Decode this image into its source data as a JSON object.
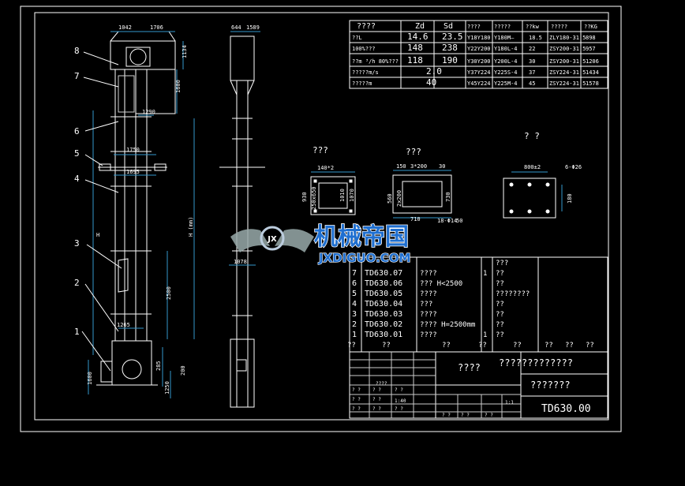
{
  "drawing": {
    "part_numbers": [
      "8",
      "7",
      "6",
      "5",
      "4",
      "3",
      "2",
      "1"
    ],
    "front_dims": [
      "1042",
      "1706",
      "1134",
      "1600",
      "1290",
      "1750",
      "1695",
      "1265",
      "2500",
      "H",
      "1600",
      "285",
      "200",
      "1250"
    ],
    "side_dims": [
      "644",
      "1589",
      "1078",
      "H (mm)"
    ],
    "view_titles": [
      "???",
      "???",
      "? ?"
    ],
    "view_a_dims": [
      "140*2",
      "930",
      "250x650",
      "1010",
      "1070"
    ],
    "view_b_dims": [
      "150",
      "3*200",
      "30",
      "560",
      "2x200",
      "730",
      "710",
      "18-Φ14",
      "50"
    ],
    "view_c_dims": [
      "800±2",
      "6-Φ26",
      "180"
    ]
  },
  "spec_table": {
    "headers": [
      "????",
      "Zd",
      "Sd",
      "????",
      "?????",
      "??kw",
      "?????",
      "??KG"
    ],
    "row_labels": [
      "??L",
      "100%???",
      "??m ³/h 80%???",
      "?????m/s",
      "?????m"
    ],
    "rows": [
      [
        "14.6",
        "23.5",
        "Y18Y180",
        "Y180M—",
        "18.5",
        "ZLY180-31.5",
        "898"
      ],
      [
        "148",
        "238",
        "Y22Y200",
        "Y180L-4",
        "22",
        "ZSY200-31.5",
        "957"
      ],
      [
        "118",
        "190",
        "Y30Y200",
        "Y200L-4",
        "30",
        "ZSY200-31.5",
        "1206"
      ],
      [
        "2.0",
        "",
        "Y37Y224",
        "Y225S-4",
        "37",
        "ZSY224-31.5",
        "1434"
      ],
      [
        "40",
        "",
        "Y45Y224",
        "Y225M-4",
        "45",
        "ZSY224-31.5",
        "1578"
      ]
    ]
  },
  "parts_list": [
    {
      "no": "",
      "code": "",
      "name": "",
      "qty": "",
      "mat": "???"
    },
    {
      "no": "7",
      "code": "TD630.07",
      "name": "????",
      "qty": "1",
      "mat": "??"
    },
    {
      "no": "6",
      "code": "TD630.06",
      "name": "??? H<2500",
      "qty": "",
      "mat": "??"
    },
    {
      "no": "5",
      "code": "TD630.05",
      "name": "????",
      "qty": "",
      "mat": "????????"
    },
    {
      "no": "4",
      "code": "TD630.04",
      "name": "???",
      "qty": "",
      "mat": "??"
    },
    {
      "no": "3",
      "code": "TD630.03",
      "name": "????",
      "qty": "",
      "mat": "??"
    },
    {
      "no": "2",
      "code": "TD630.02",
      "name": "???? H=2500mm",
      "qty": "",
      "mat": "??"
    },
    {
      "no": "1",
      "code": "TD630.01",
      "name": "????",
      "qty": "1",
      "mat": "??"
    }
  ],
  "parts_header": [
    "??",
    "??",
    "??",
    "??",
    "??",
    "??",
    "??",
    "??"
  ],
  "title_block": {
    "company": "????",
    "title": "?????????????",
    "subtitle": "???????",
    "drawing_no": "TD630.00",
    "small_cells": [
      "? ?",
      "? ?",
      "????",
      "? ?",
      "? ?",
      "? ?",
      "? ?",
      "? ?",
      "? ?",
      "1:40",
      "? ?",
      "? ?",
      "? ?",
      "1:1"
    ]
  },
  "watermark": {
    "cn": "机械帝国",
    "en": "JXDIGUO.COM",
    "badge": "JX"
  }
}
